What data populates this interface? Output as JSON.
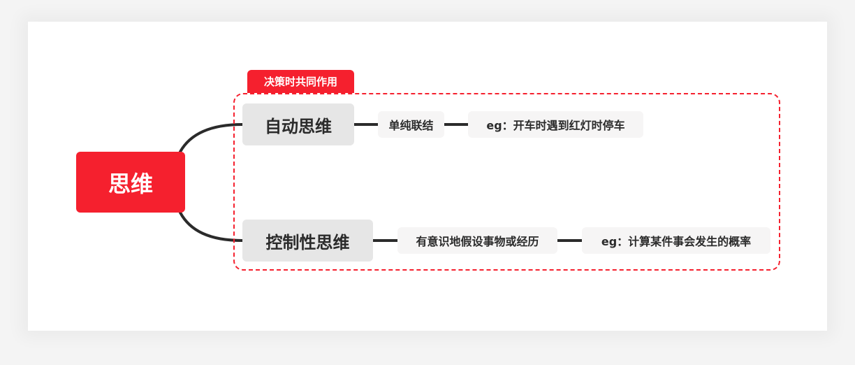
{
  "mindmap": {
    "root": {
      "label": "思维"
    },
    "boundary": {
      "label": "决策时共同作用"
    },
    "branches": [
      {
        "label": "自动思维",
        "detail": "单纯联结",
        "example": "eg：开车时遇到红灯时停车"
      },
      {
        "label": "控制性思维",
        "detail": "有意识地假设事物或经历",
        "example": "eg：计算某件事会发生的概率"
      }
    ]
  },
  "colors": {
    "accent": "#f5202e",
    "connector": "#2b2b2b",
    "level1_fill": "#e6e6e6",
    "level2_fill": "#f6f5f5"
  }
}
